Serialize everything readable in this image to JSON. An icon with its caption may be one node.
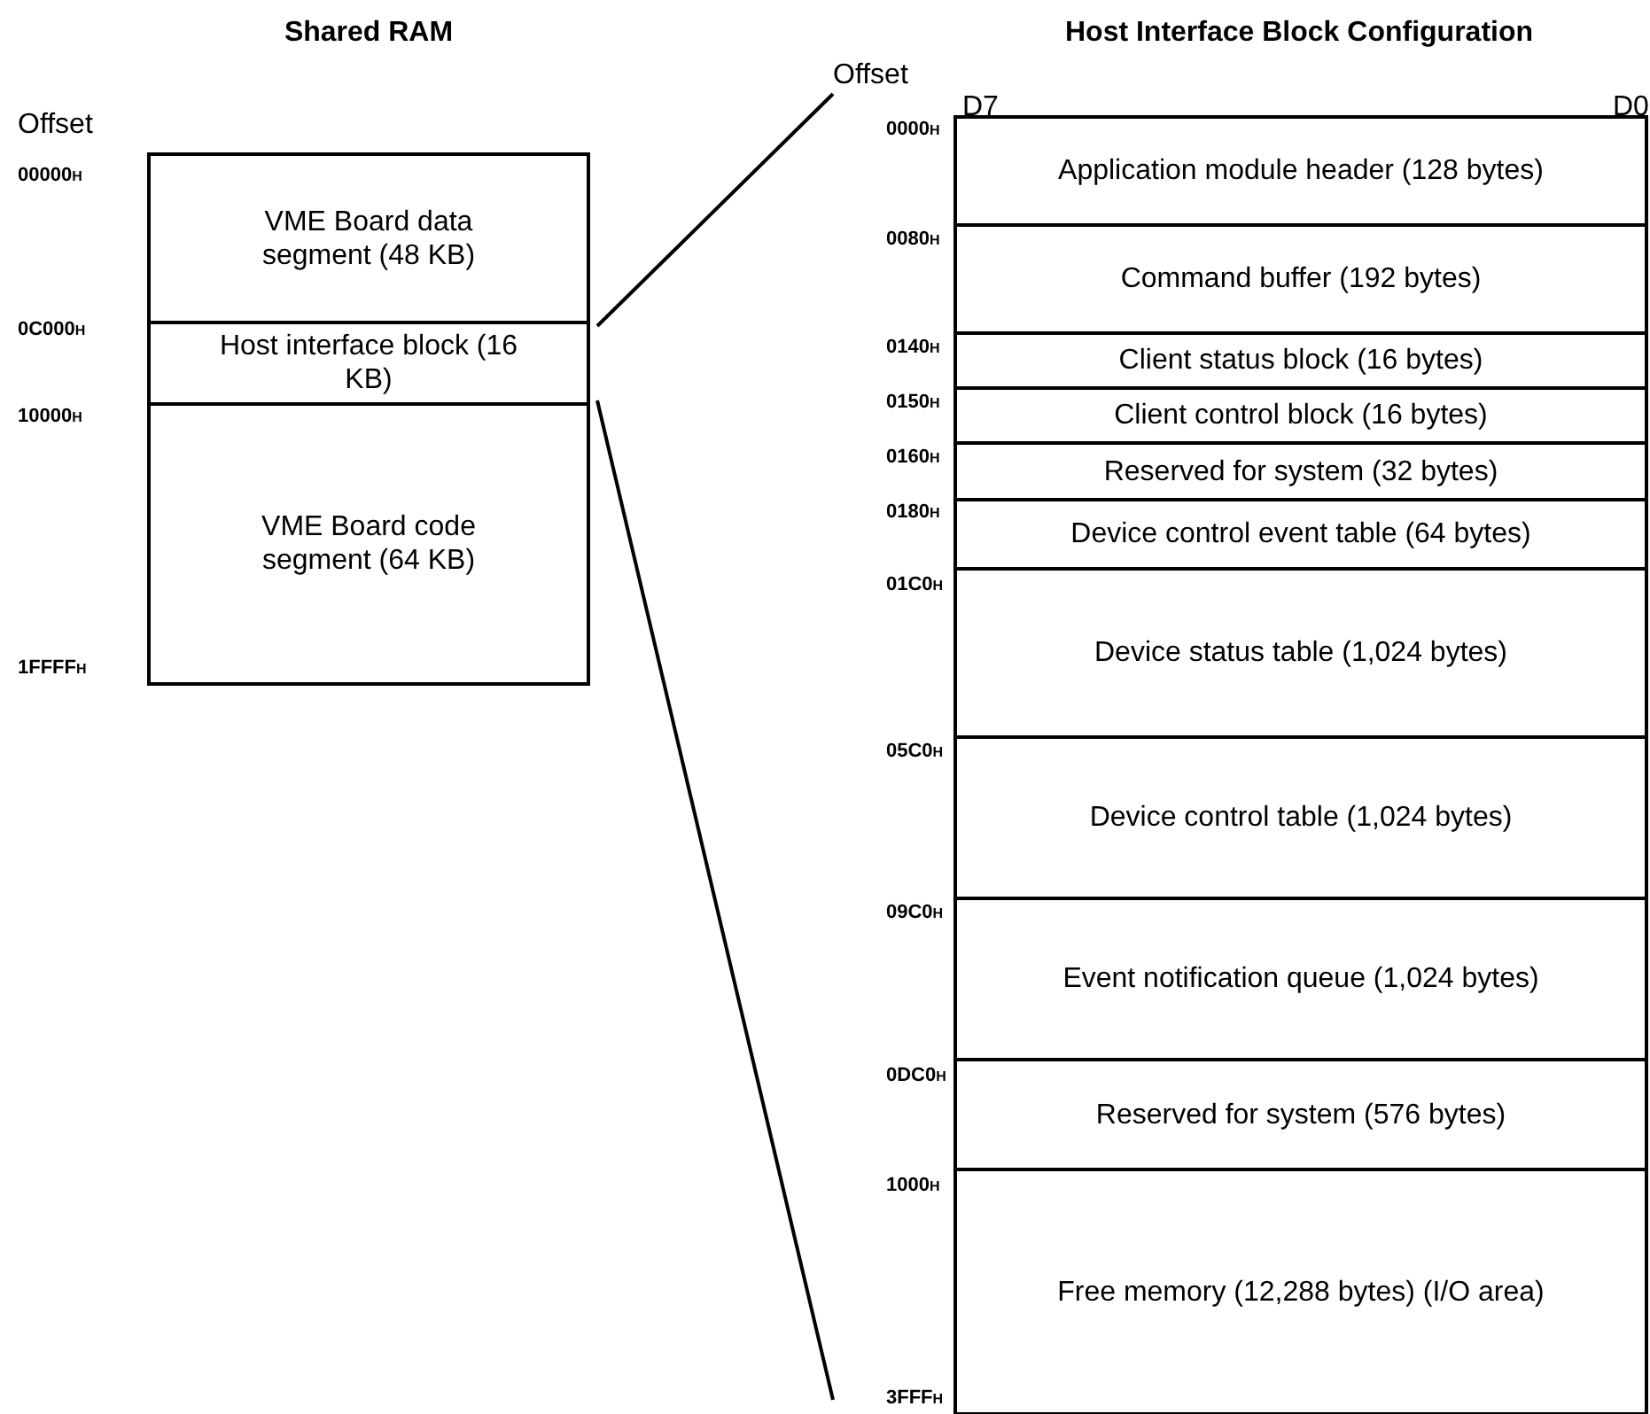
{
  "diagram": {
    "nodes": [
      {
        "text": [
          "Shared RAM"
        ]
      },
      {
        "text": [
          "VME Board data segment (48 KB)"
        ],
        "in": 0
      },
      {
        "text": [
          "Host interface block (16 KB)"
        ],
        "in": 0
      },
      {
        "text": [
          "VME Board code segment (64 KB)"
        ],
        "in": 0
      },
      {
        "text": [
          "Host Interface Block Configuration"
        ]
      },
      {
        "text": [
          "Application module header (128 bytes)"
        ],
        "in": 4
      },
      {
        "text": [
          "Command buffer (192 bytes)"
        ],
        "in": 4
      },
      {
        "text": [
          "Client status block (16 bytes)"
        ],
        "in": 4
      },
      {
        "text": [
          "Client control block (16 bytes)"
        ],
        "in": 4
      },
      {
        "text": [
          "Reserved for system (32 bytes)"
        ],
        "in": 4
      },
      {
        "text": [
          "Device control event table (64 bytes)"
        ],
        "in": 4
      },
      {
        "text": [
          "Device status table (1,024 bytes)"
        ],
        "in": 4
      },
      {
        "text": [
          "Device control table (1,024 bytes)"
        ],
        "in": 4
      },
      {
        "text": [
          "Event notification queue (1,024 bytes)"
        ],
        "in": 4
      },
      {
        "text": [
          "Reserved for system (576 bytes)"
        ],
        "in": 4
      },
      {
        "text": [
          "Free memory (12,288 bytes) (I/O area)"
        ],
        "in": 4
      }
    ],
    "edges": [
      {
        "from": 2,
        "to": 4,
        "arrow": "none"
      },
      {
        "from": 2,
        "to": 4,
        "arrow": "none"
      }
    ],
    "labels": [
      "Offset",
      "00000$_{H}$",
      "0C000$_{H}$",
      "10000$_{H}$",
      "1FFFF$_{H}$",
      "Offset",
      "D7",
      "D0",
      "0000$_{H}$",
      "0080$_{H}$",
      "0140$_{H}$",
      "0150$_{H}$",
      "0160$_{H}$",
      "0180$_{H}$",
      "01C0$_{H}$",
      "05C0$_{H}$",
      "09C0$_{H}$",
      "0DC0$_{H}$",
      "1000$_{H}$",
      "3FFF$_{H}$"
    ]
  }
}
